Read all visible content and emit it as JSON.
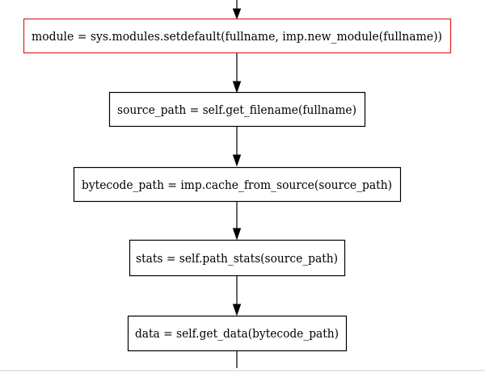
{
  "diagram": {
    "nodes": [
      {
        "id": "n1",
        "label": "module = sys.modules.setdefault(fullname, imp.new_module(fullname))",
        "highlight": true
      },
      {
        "id": "n2",
        "label": "source_path = self.get_filename(fullname)",
        "highlight": false
      },
      {
        "id": "n3",
        "label": "bytecode_path = imp.cache_from_source(source_path)",
        "highlight": false
      },
      {
        "id": "n4",
        "label": "stats = self.path_stats(source_path)",
        "highlight": false
      },
      {
        "id": "n5",
        "label": "data = self.get_data(bytecode_path)",
        "highlight": false
      }
    ],
    "edges": [
      {
        "from": "",
        "to": "n1"
      },
      {
        "from": "n1",
        "to": "n2"
      },
      {
        "from": "n2",
        "to": "n3"
      },
      {
        "from": "n3",
        "to": "n4"
      },
      {
        "from": "n4",
        "to": "n5"
      },
      {
        "from": "n5",
        "to": ""
      }
    ],
    "colors": {
      "highlight_border": "#e02020",
      "border": "#000000",
      "text": "#000000",
      "background": "#ffffff"
    }
  }
}
